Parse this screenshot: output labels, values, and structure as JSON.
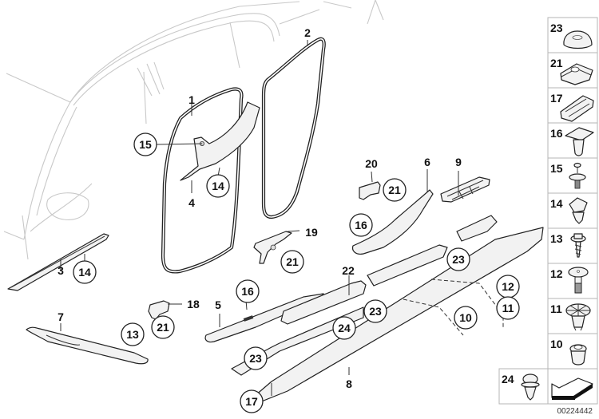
{
  "diagram": {
    "title": "Door sill / door seal parts diagram",
    "drawing_number": "00224442",
    "plain_labels": [
      "1",
      "2",
      "3",
      "4",
      "5",
      "6",
      "7",
      "8",
      "9",
      "18",
      "19",
      "20",
      "22"
    ],
    "circled_callouts": [
      "15",
      "14",
      "14",
      "21",
      "16",
      "21",
      "16",
      "23",
      "21",
      "13",
      "23",
      "24",
      "23",
      "10",
      "12",
      "11",
      "17"
    ],
    "legend": {
      "items": [
        {
          "number": "23",
          "icon": "grommet-plug-icon"
        },
        {
          "number": "21",
          "icon": "spring-nut-clip-icon"
        },
        {
          "number": "17",
          "icon": "holder-clip-icon"
        },
        {
          "number": "16",
          "icon": "expanding-rivet-icon"
        },
        {
          "number": "15",
          "icon": "push-rivet-icon"
        },
        {
          "number": "14",
          "icon": "clip-icon"
        },
        {
          "number": "13",
          "icon": "screw-icon"
        },
        {
          "number": "12",
          "icon": "pin-bolt-icon"
        },
        {
          "number": "11",
          "icon": "star-clip-icon"
        },
        {
          "number": "10",
          "icon": "grommet-icon"
        },
        {
          "number": "24",
          "icon": "push-clip-icon"
        }
      ],
      "arrow_icon": "direction-arrow-icon"
    }
  }
}
